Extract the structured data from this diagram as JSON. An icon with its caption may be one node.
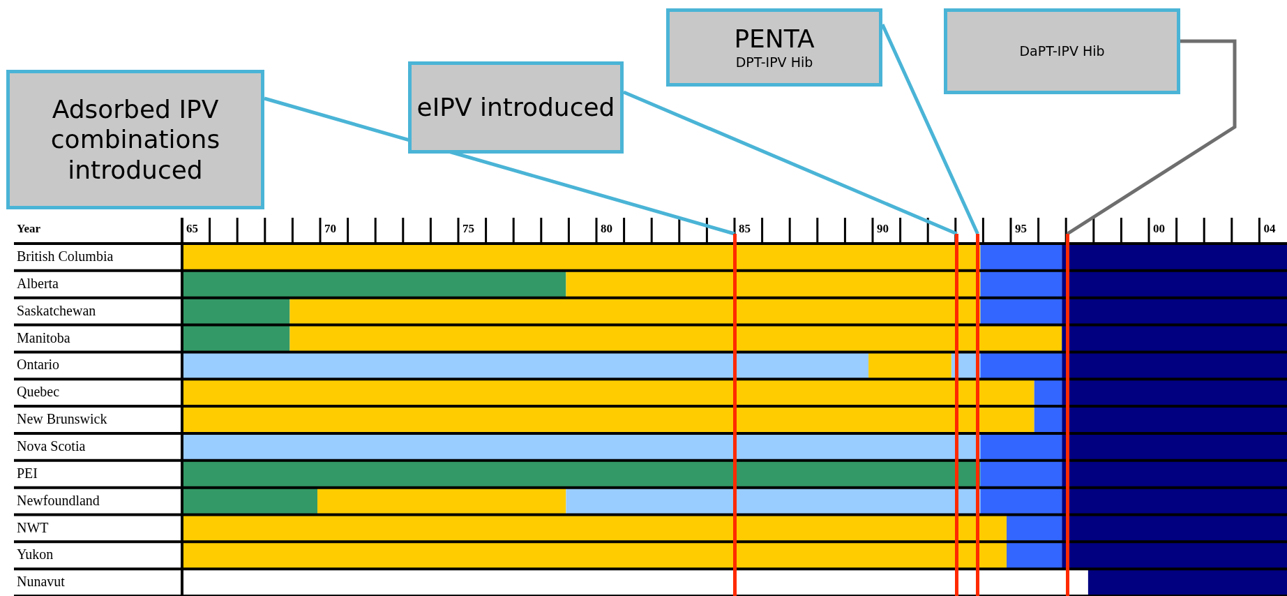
{
  "diagram": {
    "nodes": [
      {
        "text": [
          "Adsorbed IPV combinations introduced"
        ]
      },
      {
        "text": [
          "eIPV introduced"
        ]
      },
      {
        "text": [
          "PENTA",
          "DPT-IPV Hib"
        ]
      },
      {
        "text": [
          "DaPT-IPV Hib"
        ]
      },
      {
        "text": [],
        "shape": "bar"
      },
      {
        "text": [],
        "shape": "bar"
      },
      {
        "text": [],
        "shape": "bar"
      },
      {
        "text": [],
        "shape": "bar"
      }
    ],
    "edges": [
      {
        "from": 0,
        "to": 4,
        "arrow": "none"
      },
      {
        "from": 1,
        "to": 5,
        "arrow": "none"
      },
      {
        "from": 2,
        "to": 6,
        "arrow": "none"
      },
      {
        "from": 3,
        "to": 7,
        "arrow": "none",
        "color": "#6e6e6e"
      }
    ],
    "labels": [
      "Year",
      "65",
      "70",
      "75",
      "80",
      "85",
      "90",
      "95",
      "00",
      "04",
      "British Columbia",
      "Alberta",
      "Saskatchewan",
      "Manitoba",
      "Ontario",
      "Quebec",
      "New Brunswick",
      "Nova Scotia",
      "PEI",
      "Newfoundland",
      "NWT",
      "Yukon",
      "Nunavut"
    ]
  }
}
